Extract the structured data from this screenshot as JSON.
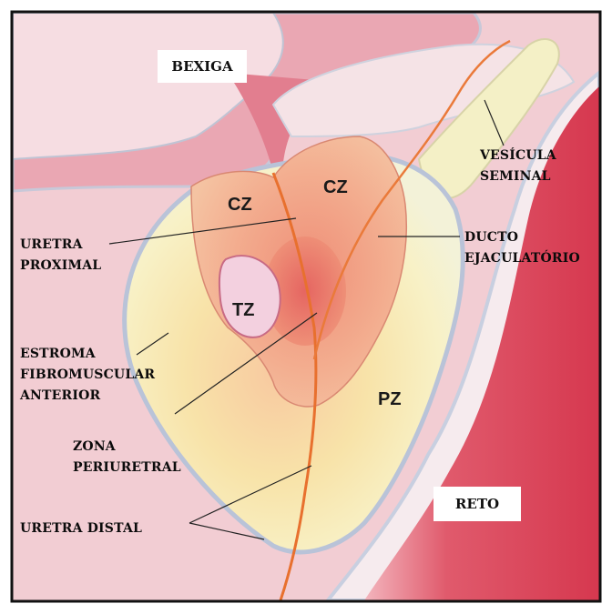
{
  "labels": {
    "bexiga": "BEXIGA",
    "reto": "RETO",
    "cz_left": "CZ",
    "cz_right": "CZ",
    "tz": "TZ",
    "pz": "PZ",
    "uretra_proximal": "URETRA\nPROXIMAL",
    "vesicula_seminal": "VESÍCULA\nSEMINAL",
    "ducto_ejaculatorio": "DUCTO\nEJACULATÓRIO",
    "estroma": "ESTROMA\nFIBROMUSCULAR\nANTERIOR",
    "zona_periuretral": "ZONA\nPERIURETRAL",
    "uretra_distal": "URETRA DISTAL"
  },
  "colors": {
    "background": "#f4d3d8",
    "frame": "#111111",
    "bladder_wall": "#e9a9b4",
    "bladder_lumen": "#f7e0e4",
    "stroma": "#f7efb2",
    "central_zone": "#f0a889",
    "transition_zone": "#f2cfe0",
    "urethra": "#e8702e",
    "rectum": "#d8465a",
    "seminal_vesicle": "#f4f1c8"
  }
}
